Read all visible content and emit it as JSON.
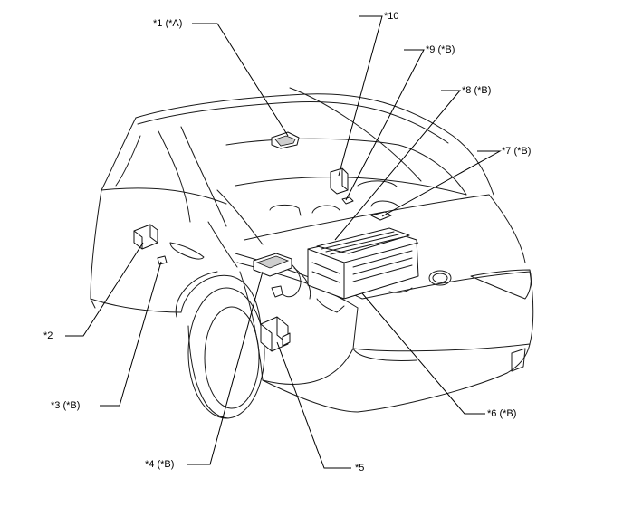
{
  "callouts": {
    "c1": "*1 (*A)",
    "c2": "*2",
    "c3": "*3 (*B)",
    "c4": "*4 (*B)",
    "c5": "*5",
    "c6": "*6 (*B)",
    "c7": "*7 (*B)",
    "c8": "*8 (*B)",
    "c9": "*9 (*B)",
    "c10": "*10"
  }
}
